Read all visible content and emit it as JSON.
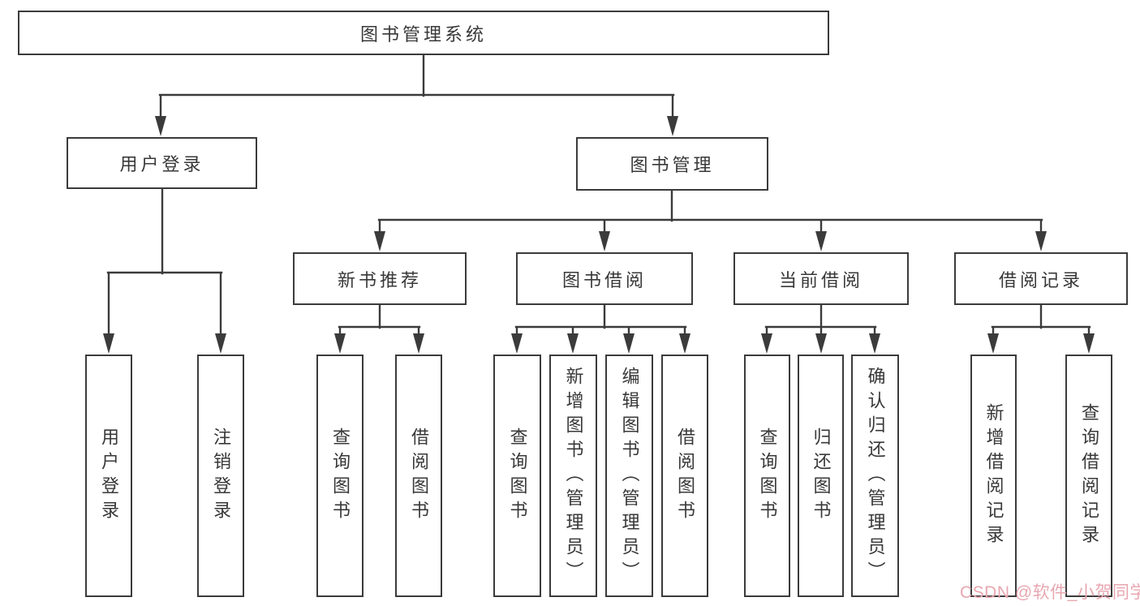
{
  "colors": {
    "line": "#3b3b3b",
    "text": "#383838",
    "background": "#ffffff",
    "watermark": "#e8a7b0"
  },
  "watermark": {
    "text": "CSDN @软件_小贺同学"
  },
  "diagram": {
    "root": {
      "label": "图书管理系统"
    },
    "branches": [
      {
        "label": "用户登录",
        "children": [
          {
            "label": "用户登录"
          },
          {
            "label": "注销登录"
          }
        ]
      },
      {
        "label": "图书管理",
        "children": [
          {
            "label": "新书推荐",
            "children": [
              {
                "label": "查询图书"
              },
              {
                "label": "借阅图书"
              }
            ]
          },
          {
            "label": "图书借阅",
            "children": [
              {
                "label": "查询图书"
              },
              {
                "label": "新增图书（管理员）"
              },
              {
                "label": "编辑图书（管理员）"
              },
              {
                "label": "借阅图书"
              }
            ]
          },
          {
            "label": "当前借阅",
            "children": [
              {
                "label": "查询图书"
              },
              {
                "label": "归还图书"
              },
              {
                "label": "确认归还（管理员）"
              }
            ]
          },
          {
            "label": "借阅记录",
            "children": [
              {
                "label": "新增借阅记录"
              },
              {
                "label": "查询借阅记录"
              }
            ]
          }
        ]
      }
    ]
  }
}
